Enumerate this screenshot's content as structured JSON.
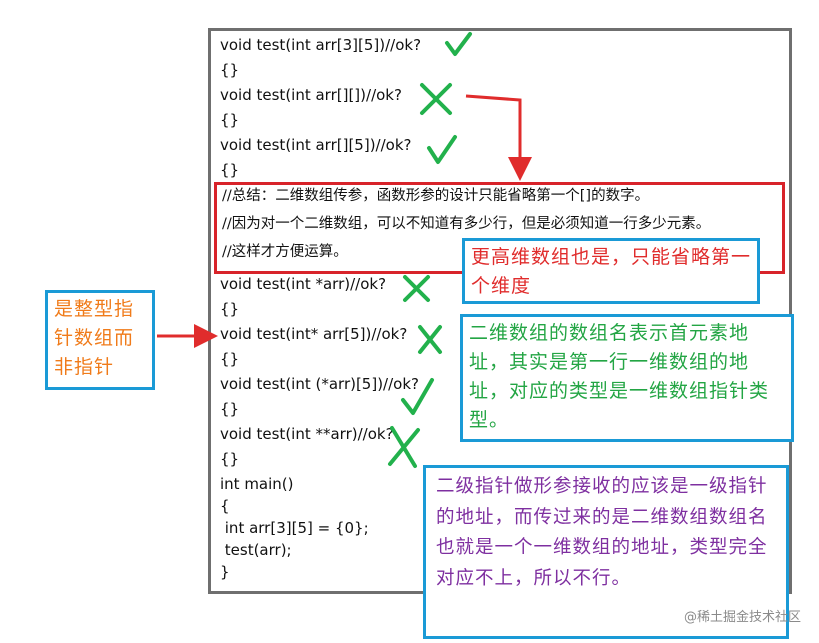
{
  "code": {
    "lines": [
      "void test(int arr[3][5])//ok?",
      "{}",
      "void test(int arr[][])//ok?",
      "{}",
      "void test(int arr[][5])//ok?",
      "{}",
      "void test(int *arr)//ok?",
      "{}",
      "void test(int* arr[5])//ok?",
      "{}",
      "void test(int (*arr)[5])//ok?",
      "{}",
      "void test(int **arr)//ok?",
      "{}",
      "int main()",
      "{",
      " int arr[3][5] = {0};",
      " test(arr);",
      "}"
    ]
  },
  "summary": {
    "lines": [
      "//总结：二维数组传参，函数形参的设计只能省略第一个[]的数字。",
      "//因为对一个二维数组，可以不知道有多少行，但是必须知道一行多少元素。",
      "//这样才方便运算。"
    ]
  },
  "notes": {
    "higher_dim": "更高维数组也是，只能省略第一个维度",
    "array_name": "二维数组的数组名表示首元素地址，其实是第一行一维数组的地址，对应的类型是一维数组指针类型。",
    "double_ptr": "二级指针做形参接收的应该是一级指针的地址，而传过来的是二维数组数组名也就是一个一维数组的地址，类型完全对应不上，所以不行。",
    "pointer_array": "是整型指针数组而非指针"
  },
  "watermark": "@稀土掘金技术社区",
  "marks": {
    "check_color": "#22b14c",
    "cross_color": "#22b14c",
    "arrow_color": "#e02c2c"
  }
}
